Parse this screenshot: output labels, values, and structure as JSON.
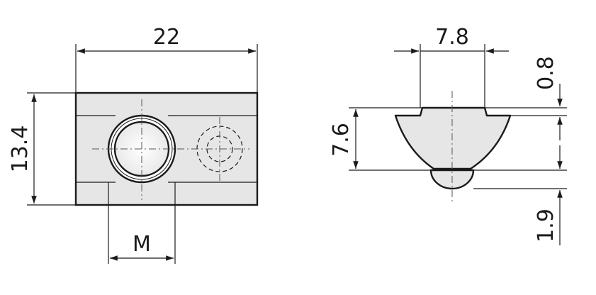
{
  "drawing": {
    "top_view": {
      "width_label": "22",
      "height_label": "13.4",
      "thread_label": "M"
    },
    "side_view": {
      "top_width_label": "7.8",
      "lip_label": "0.8",
      "height_label": "7.6",
      "ball_label": "1.9"
    },
    "colors": {
      "line": "#1a1a1a",
      "fill": "#e6e6e6",
      "background": "#ffffff"
    }
  }
}
